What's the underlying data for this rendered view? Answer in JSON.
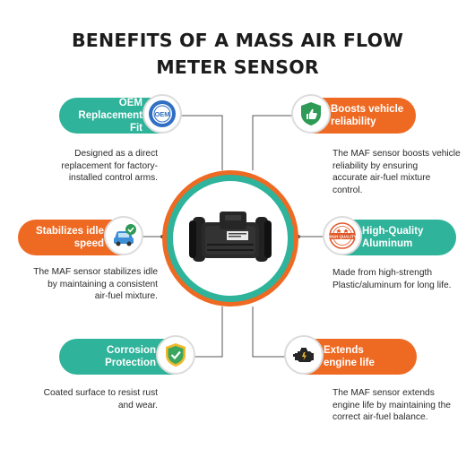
{
  "title_line1": "BENEFITS OF A MASS AIR FLOW",
  "title_line2": "METER SENSOR",
  "colors": {
    "teal": "#2fb39a",
    "orange": "#ee6a23",
    "text": "#1c1c1c"
  },
  "benefits": {
    "oem": {
      "title_1": "OEM",
      "title_2": "Replacement Fit",
      "icon": "oem-seal-icon",
      "icon_text": "OEM",
      "desc_1": "Designed as a direct",
      "desc_2": "replacement for factory-",
      "desc_3": "installed control arms."
    },
    "reliability": {
      "title_1": "Boosts vehicle",
      "title_2": "reliability",
      "icon": "shield-thumbs-up-icon",
      "desc_1": "The MAF sensor boosts vehicle",
      "desc_2": "reliability by ensuring",
      "desc_3": "accurate air-fuel mixture",
      "desc_4": "control."
    },
    "idle": {
      "title_1": "Stabilizes idle",
      "title_2": "speed",
      "icon": "car-check-icon",
      "desc_1": "The MAF sensor stabilizes idle",
      "desc_2": "by maintaining a consistent",
      "desc_3": "air-fuel mixture."
    },
    "aluminum": {
      "title_1": "High-Quality",
      "title_2": "Aluminum",
      "icon": "high-quality-stamp-icon",
      "icon_text": "HIGH QUALITY",
      "desc_1": "Made from high-strength",
      "desc_2": "Plastic/aluminum for long life."
    },
    "corrosion": {
      "title_1": "Corrosion",
      "title_2": "Protection",
      "icon": "shield-check-icon",
      "desc_1": "Coated surface to resist rust",
      "desc_2": "and wear."
    },
    "engine": {
      "title_1": "Extends",
      "title_2": "engine life",
      "icon": "engine-icon",
      "desc_1": "The MAF sensor extends",
      "desc_2": "engine life by maintaining the",
      "desc_3": "correct air-fuel balance."
    }
  },
  "product": {
    "icon": "mass-air-flow-sensor-image"
  }
}
